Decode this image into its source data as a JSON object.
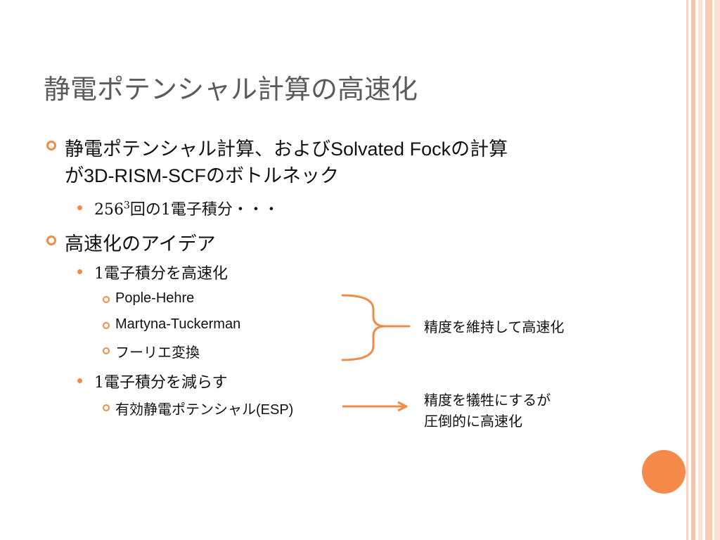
{
  "slide": {
    "title": "静電ポテンシャル計算の高速化",
    "items": {
      "b1_line1_a": "静電ポテンシャル計算、および",
      "b1_line1_b": "Solvated Fock",
      "b1_line1_c": "の計算",
      "b1_line2_a": "が",
      "b1_line2_b": "3D-RISM-SCF",
      "b1_line2_c": "のボトルネック",
      "b1_sub1_base": "256",
      "b1_sub1_exp": "3",
      "b1_sub1_rest": "回の1電子積分・・・",
      "b2": "高速化のアイデア",
      "b2_sub1": "1電子積分を高速化",
      "b2_sub1_i1": "Pople-Hehre",
      "b2_sub1_i2": "Martyna-Tuckerman",
      "b2_sub1_i3": "フーリエ変換",
      "b2_sub2": "1電子積分を減らす",
      "b2_sub2_i1_a": "有効静電ポテンシャル",
      "b2_sub2_i1_b": "(ESP)"
    },
    "notes": {
      "note1": "精度を維持して高速化",
      "note2_line1": "精度を犠牲にするが",
      "note2_line2": "圧倒的に高速化"
    }
  },
  "colors": {
    "accent": "#f08c4a",
    "stripe_light": "#fde0d2",
    "stripe_mid": "#f8c2a8",
    "title": "#5b5b5b"
  }
}
